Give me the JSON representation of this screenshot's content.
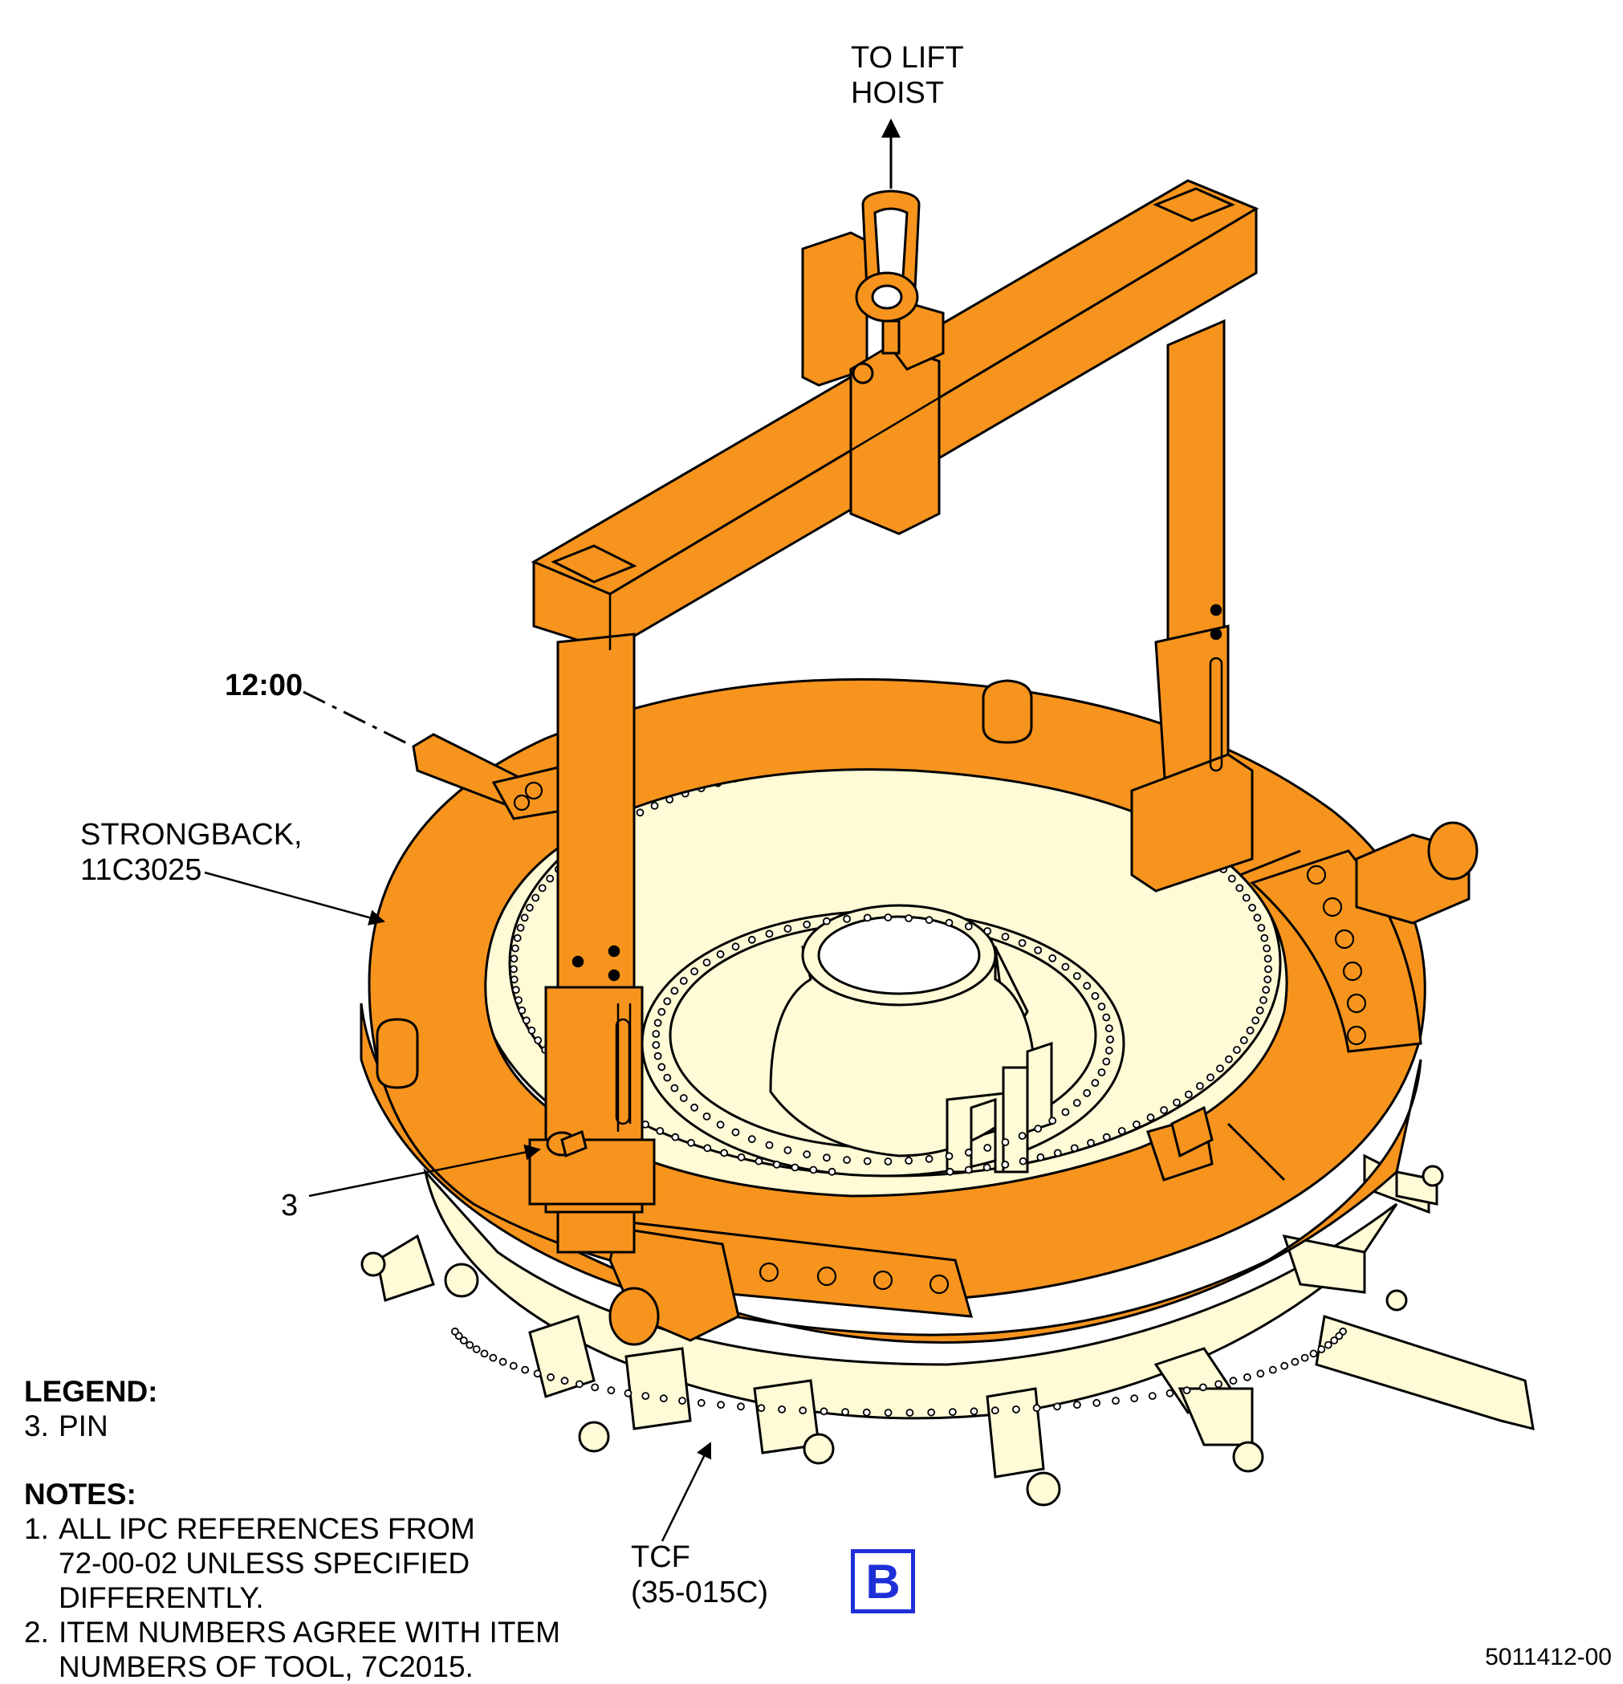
{
  "labels": {
    "lift_hoist": [
      "TO LIFT",
      "HOIST"
    ],
    "clock": "12:00",
    "strongback": [
      "STRONGBACK,",
      "11C3025"
    ],
    "pin_callout": "3",
    "tcf": [
      "TCF",
      "(35-015C)"
    ]
  },
  "legend": {
    "title": "LEGEND:",
    "items": [
      {
        "num": "3.",
        "text": "PIN"
      }
    ]
  },
  "notes": {
    "title": "NOTES:",
    "items": [
      {
        "num": "1.",
        "lines": [
          "ALL IPC REFERENCES FROM",
          "72-00-02 UNLESS SPECIFIED",
          "DIFFERENTLY."
        ]
      },
      {
        "num": "2.",
        "lines": [
          "ITEM NUMBERS AGREE WITH ITEM",
          "NUMBERS OF TOOL,  7C2015."
        ]
      }
    ]
  },
  "sheet_letter": "B",
  "figure_number": "5011412-00",
  "colors": {
    "fixture_orange": "#f7941d",
    "engine_cream": "#fffbd6",
    "outline": "#000000",
    "sheet_box_blue": "#1e2fd8"
  }
}
